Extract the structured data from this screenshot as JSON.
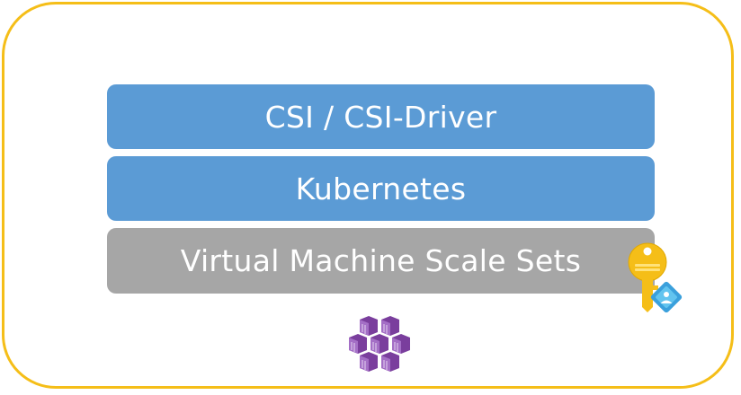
{
  "diagram": {
    "layers": [
      {
        "label": "CSI / CSI-Driver",
        "color": "#5b9bd5"
      },
      {
        "label": "Kubernetes",
        "color": "#5b9bd5"
      },
      {
        "label": "Virtual Machine Scale Sets",
        "color": "#a6a6a6"
      }
    ],
    "frame_color": "#f5be18",
    "icons": {
      "identity": "managed-identity-key-icon",
      "cluster": "kubernetes-service-icon"
    }
  }
}
